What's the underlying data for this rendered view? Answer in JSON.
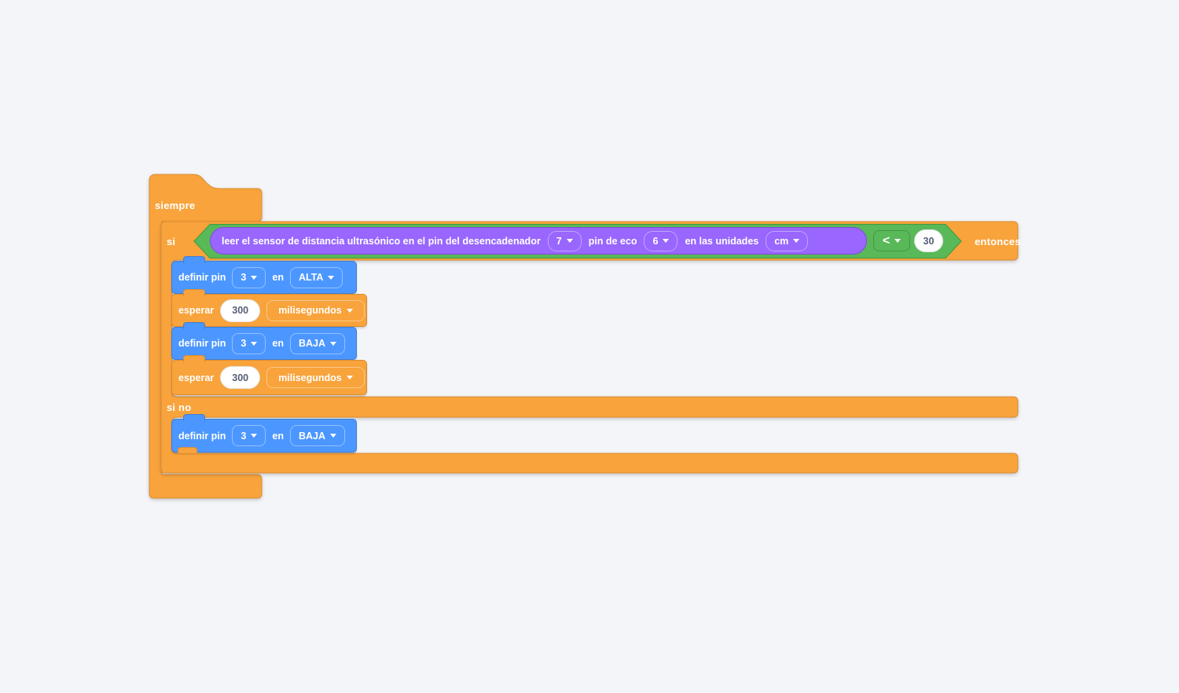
{
  "colors": {
    "workspace-bg": "#F4F5F8",
    "block-orange": "#F8A33B",
    "block-orange-border": "#D98C35",
    "block-blue": "#4C97FF",
    "block-blue-border": "#3D7DD8",
    "block-purple": "#9966FF",
    "block-purple-border": "#7B4FD6",
    "block-green": "#59B959",
    "block-green-border": "#3E9A3E",
    "field-text": "#575E75"
  },
  "blocks": {
    "forever": {
      "label": "siempre"
    },
    "if_else": {
      "if_label": "si",
      "then_label": "entonces",
      "else_label": "si no"
    },
    "condition": {
      "sensor": {
        "trigger_text": "leer el sensor de distancia ultrasónico en el pin del desencadenador",
        "trigger_pin": "7",
        "echo_text": "pin de eco",
        "echo_pin": "6",
        "units_text": "en las unidades",
        "units_value": "cm"
      },
      "operator": "<",
      "compare_value": "30"
    },
    "then_branch": {
      "set_pin_1": {
        "label": "definir pin",
        "pin": "3",
        "en_label": "en",
        "level": "ALTA"
      },
      "wait_1": {
        "label": "esperar",
        "duration": "300",
        "units": "milisegundos"
      },
      "set_pin_2": {
        "label": "definir pin",
        "pin": "3",
        "en_label": "en",
        "level": "BAJA"
      },
      "wait_2": {
        "label": "esperar",
        "duration": "300",
        "units": "milisegundos"
      }
    },
    "else_branch": {
      "set_pin_3": {
        "label": "definir pin",
        "pin": "3",
        "en_label": "en",
        "level": "BAJA"
      }
    }
  }
}
